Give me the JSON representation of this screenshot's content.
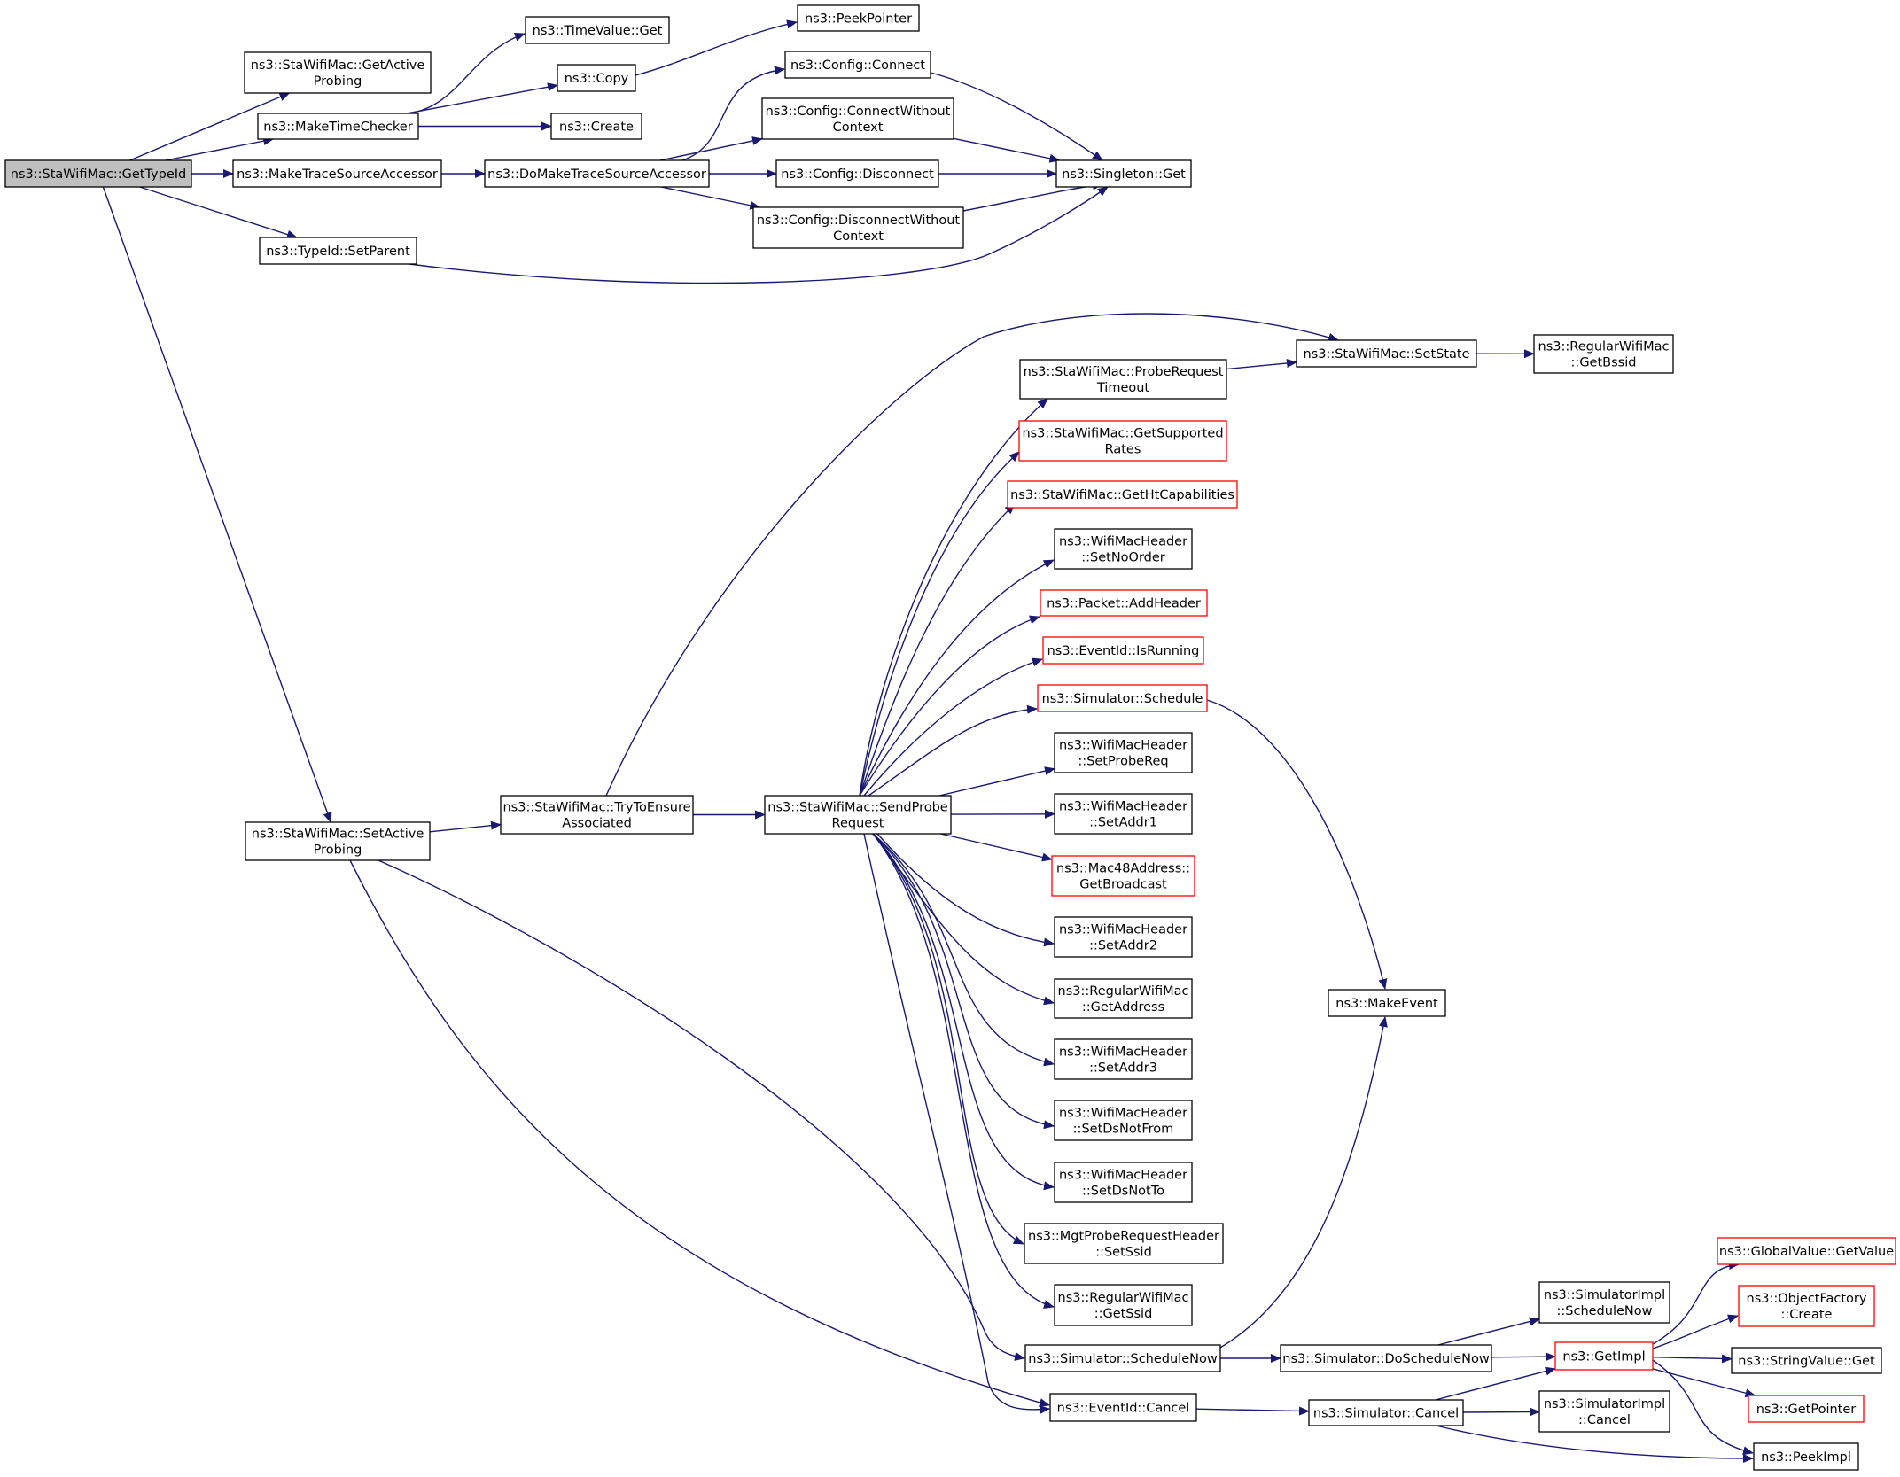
{
  "diagram": {
    "type": "call-graph",
    "colors": {
      "edge": "#191970",
      "node_border": "#000000",
      "truncated_border": "#ff0000",
      "root_fill": "#bfbfbf",
      "node_fill": "#ffffff"
    },
    "nodes": [
      {
        "id": "root",
        "lines": [
          "ns3::StaWifiMac::GetTypeId"
        ],
        "root": true
      },
      {
        "id": "getActiveProbing",
        "lines": [
          "ns3::StaWifiMac::GetActive",
          "Probing"
        ]
      },
      {
        "id": "makeTimeChecker",
        "lines": [
          "ns3::MakeTimeChecker"
        ]
      },
      {
        "id": "makeTraceSourceAccessor",
        "lines": [
          "ns3::MakeTraceSourceAccessor"
        ]
      },
      {
        "id": "setParent",
        "lines": [
          "ns3::TypeId::SetParent"
        ]
      },
      {
        "id": "setActiveProbing",
        "lines": [
          "ns3::StaWifiMac::SetActive",
          "Probing"
        ]
      },
      {
        "id": "timeValueGet",
        "lines": [
          "ns3::TimeValue::Get"
        ]
      },
      {
        "id": "copy",
        "lines": [
          "ns3::Copy"
        ]
      },
      {
        "id": "create",
        "lines": [
          "ns3::Create"
        ]
      },
      {
        "id": "peekPointer",
        "lines": [
          "ns3::PeekPointer"
        ]
      },
      {
        "id": "doMakeTSA",
        "lines": [
          "ns3::DoMakeTraceSourceAccessor"
        ]
      },
      {
        "id": "configConnect",
        "lines": [
          "ns3::Config::Connect"
        ]
      },
      {
        "id": "configConnectWC",
        "lines": [
          "ns3::Config::ConnectWithout",
          "Context"
        ]
      },
      {
        "id": "configDisconnect",
        "lines": [
          "ns3::Config::Disconnect"
        ]
      },
      {
        "id": "configDisconnectWC",
        "lines": [
          "ns3::Config::DisconnectWithout",
          "Context"
        ]
      },
      {
        "id": "singletonGet",
        "lines": [
          "ns3::Singleton::Get"
        ]
      },
      {
        "id": "tryToEnsure",
        "lines": [
          "ns3::StaWifiMac::TryToEnsure",
          "Associated"
        ]
      },
      {
        "id": "sendProbe",
        "lines": [
          "ns3::StaWifiMac::SendProbe",
          "Request"
        ]
      },
      {
        "id": "probeTimeout",
        "lines": [
          "ns3::StaWifiMac::ProbeRequest",
          "Timeout"
        ]
      },
      {
        "id": "setState",
        "lines": [
          "ns3::StaWifiMac::SetState"
        ]
      },
      {
        "id": "getBssid",
        "lines": [
          "ns3::RegularWifiMac",
          "::GetBssid"
        ]
      },
      {
        "id": "getSupportedRates",
        "lines": [
          "ns3::StaWifiMac::GetSupported",
          "Rates"
        ],
        "truncated": true
      },
      {
        "id": "getHtCap",
        "lines": [
          "ns3::StaWifiMac::GetHtCapabilities"
        ],
        "truncated": true
      },
      {
        "id": "setNoOrder",
        "lines": [
          "ns3::WifiMacHeader",
          "::SetNoOrder"
        ]
      },
      {
        "id": "addHeader",
        "lines": [
          "ns3::Packet::AddHeader"
        ],
        "truncated": true
      },
      {
        "id": "isRunning",
        "lines": [
          "ns3::EventId::IsRunning"
        ],
        "truncated": true
      },
      {
        "id": "schedule",
        "lines": [
          "ns3::Simulator::Schedule"
        ],
        "truncated": true
      },
      {
        "id": "setProbeReq",
        "lines": [
          "ns3::WifiMacHeader",
          "::SetProbeReq"
        ]
      },
      {
        "id": "setAddr1",
        "lines": [
          "ns3::WifiMacHeader",
          "::SetAddr1"
        ]
      },
      {
        "id": "getBroadcast",
        "lines": [
          "ns3::Mac48Address::",
          "GetBroadcast"
        ],
        "truncated": true
      },
      {
        "id": "setAddr2",
        "lines": [
          "ns3::WifiMacHeader",
          "::SetAddr2"
        ]
      },
      {
        "id": "getAddress",
        "lines": [
          "ns3::RegularWifiMac",
          "::GetAddress"
        ]
      },
      {
        "id": "setAddr3",
        "lines": [
          "ns3::WifiMacHeader",
          "::SetAddr3"
        ]
      },
      {
        "id": "setDsNotFrom",
        "lines": [
          "ns3::WifiMacHeader",
          "::SetDsNotFrom"
        ]
      },
      {
        "id": "setDsNotTo",
        "lines": [
          "ns3::WifiMacHeader",
          "::SetDsNotTo"
        ]
      },
      {
        "id": "setSsid",
        "lines": [
          "ns3::MgtProbeRequestHeader",
          "::SetSsid"
        ]
      },
      {
        "id": "getSsid",
        "lines": [
          "ns3::RegularWifiMac",
          "::GetSsid"
        ]
      },
      {
        "id": "makeEvent",
        "lines": [
          "ns3::MakeEvent"
        ]
      },
      {
        "id": "scheduleNow",
        "lines": [
          "ns3::Simulator::ScheduleNow"
        ]
      },
      {
        "id": "eventCancel",
        "lines": [
          "ns3::EventId::Cancel"
        ]
      },
      {
        "id": "doScheduleNow",
        "lines": [
          "ns3::Simulator::DoScheduleNow"
        ]
      },
      {
        "id": "simCancel",
        "lines": [
          "ns3::Simulator::Cancel"
        ]
      },
      {
        "id": "implScheduleNow",
        "lines": [
          "ns3::SimulatorImpl",
          "::ScheduleNow"
        ]
      },
      {
        "id": "implCancel",
        "lines": [
          "ns3::SimulatorImpl",
          "::Cancel"
        ]
      },
      {
        "id": "getImpl",
        "lines": [
          "ns3::GetImpl"
        ],
        "truncated": true
      },
      {
        "id": "globalGetValue",
        "lines": [
          "ns3::GlobalValue::GetValue"
        ],
        "truncated": true
      },
      {
        "id": "objFactoryCreate",
        "lines": [
          "ns3::ObjectFactory",
          "::Create"
        ],
        "truncated": true
      },
      {
        "id": "stringValueGet",
        "lines": [
          "ns3::StringValue::Get"
        ]
      },
      {
        "id": "getPointer",
        "lines": [
          "ns3::GetPointer"
        ],
        "truncated": true
      },
      {
        "id": "peekImpl",
        "lines": [
          "ns3::PeekImpl"
        ]
      }
    ],
    "edges": [
      [
        "root",
        "getActiveProbing"
      ],
      [
        "root",
        "makeTimeChecker"
      ],
      [
        "root",
        "makeTraceSourceAccessor"
      ],
      [
        "root",
        "setParent"
      ],
      [
        "root",
        "setActiveProbing"
      ],
      [
        "makeTimeChecker",
        "timeValueGet"
      ],
      [
        "makeTimeChecker",
        "copy"
      ],
      [
        "makeTimeChecker",
        "create"
      ],
      [
        "copy",
        "peekPointer"
      ],
      [
        "makeTraceSourceAccessor",
        "doMakeTSA"
      ],
      [
        "doMakeTSA",
        "configConnect"
      ],
      [
        "doMakeTSA",
        "configConnectWC"
      ],
      [
        "doMakeTSA",
        "configDisconnect"
      ],
      [
        "doMakeTSA",
        "configDisconnectWC"
      ],
      [
        "configConnect",
        "singletonGet"
      ],
      [
        "configConnectWC",
        "singletonGet"
      ],
      [
        "configDisconnect",
        "singletonGet"
      ],
      [
        "configDisconnectWC",
        "singletonGet"
      ],
      [
        "setParent",
        "singletonGet"
      ],
      [
        "setActiveProbing",
        "tryToEnsure"
      ],
      [
        "setActiveProbing",
        "scheduleNow"
      ],
      [
        "setActiveProbing",
        "eventCancel"
      ],
      [
        "tryToEnsure",
        "setState"
      ],
      [
        "tryToEnsure",
        "sendProbe"
      ],
      [
        "probeTimeout",
        "setState"
      ],
      [
        "setState",
        "getBssid"
      ],
      [
        "sendProbe",
        "probeTimeout"
      ],
      [
        "sendProbe",
        "getSupportedRates"
      ],
      [
        "sendProbe",
        "getHtCap"
      ],
      [
        "sendProbe",
        "setNoOrder"
      ],
      [
        "sendProbe",
        "addHeader"
      ],
      [
        "sendProbe",
        "isRunning"
      ],
      [
        "sendProbe",
        "schedule"
      ],
      [
        "sendProbe",
        "setProbeReq"
      ],
      [
        "sendProbe",
        "setAddr1"
      ],
      [
        "sendProbe",
        "getBroadcast"
      ],
      [
        "sendProbe",
        "setAddr2"
      ],
      [
        "sendProbe",
        "getAddress"
      ],
      [
        "sendProbe",
        "setAddr3"
      ],
      [
        "sendProbe",
        "setDsNotFrom"
      ],
      [
        "sendProbe",
        "setDsNotTo"
      ],
      [
        "sendProbe",
        "setSsid"
      ],
      [
        "sendProbe",
        "getSsid"
      ],
      [
        "sendProbe",
        "eventCancel"
      ],
      [
        "schedule",
        "makeEvent"
      ],
      [
        "scheduleNow",
        "makeEvent"
      ],
      [
        "scheduleNow",
        "doScheduleNow"
      ],
      [
        "doScheduleNow",
        "implScheduleNow"
      ],
      [
        "doScheduleNow",
        "getImpl"
      ],
      [
        "eventCancel",
        "simCancel"
      ],
      [
        "simCancel",
        "getImpl"
      ],
      [
        "simCancel",
        "implCancel"
      ],
      [
        "simCancel",
        "peekImpl"
      ],
      [
        "getImpl",
        "globalGetValue"
      ],
      [
        "getImpl",
        "objFactoryCreate"
      ],
      [
        "getImpl",
        "stringValueGet"
      ],
      [
        "getImpl",
        "getPointer"
      ],
      [
        "getImpl",
        "peekImpl"
      ]
    ]
  }
}
